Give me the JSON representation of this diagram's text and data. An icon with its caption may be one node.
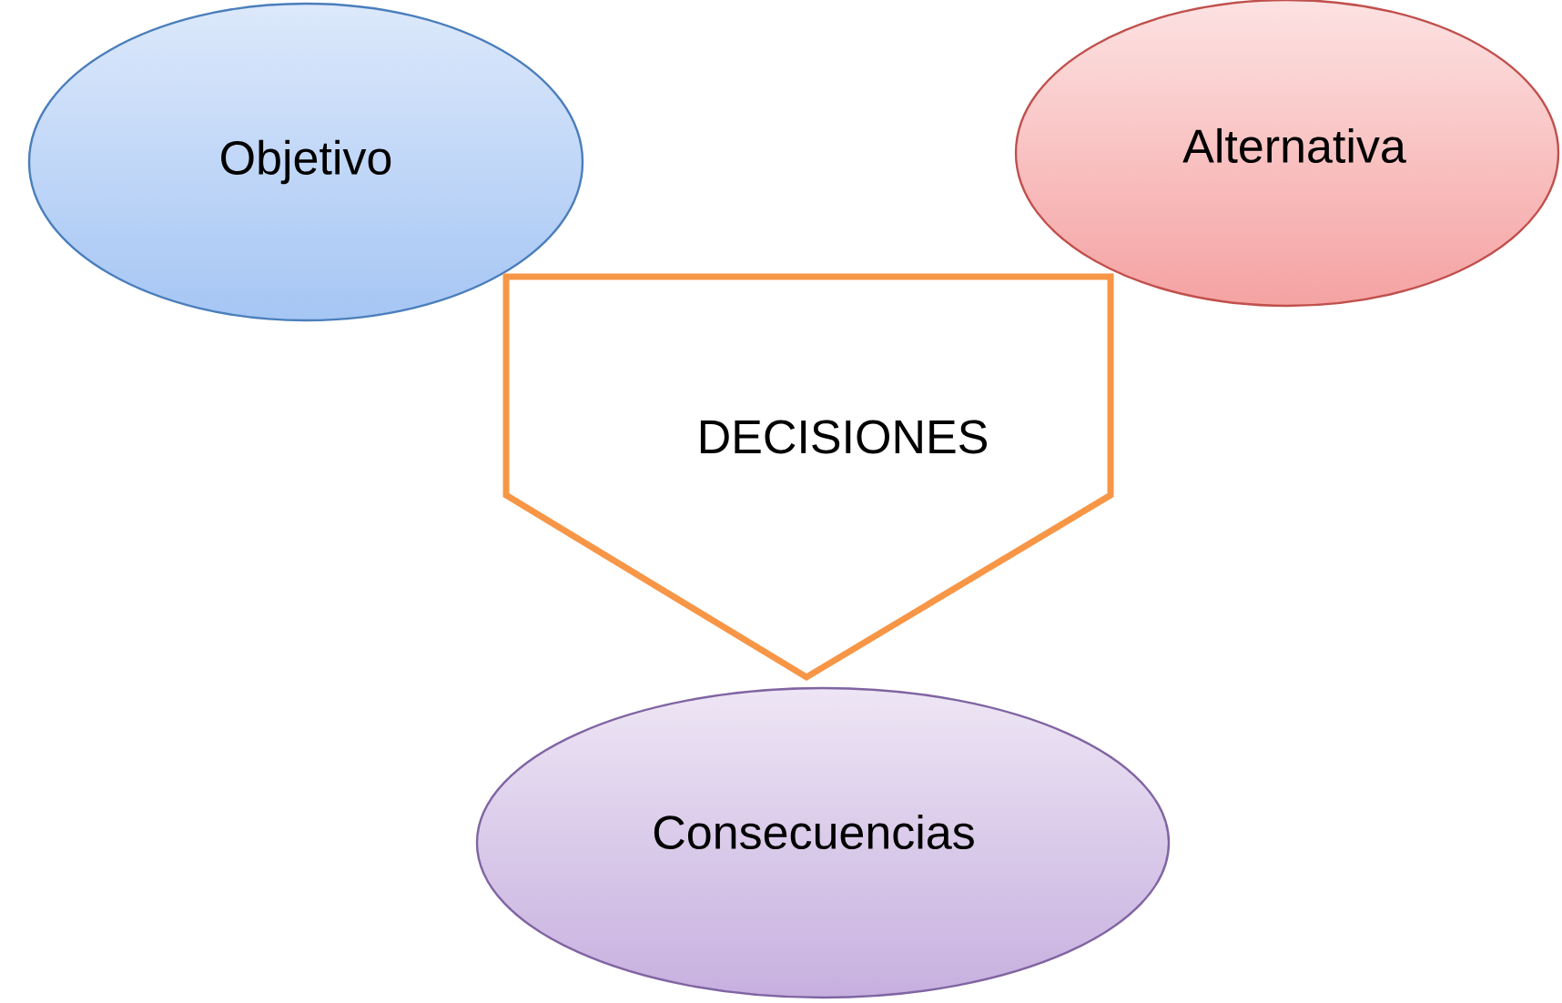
{
  "diagram": {
    "nodes": [
      {
        "text": [
          "Objetivo"
        ]
      },
      {
        "text": [
          "Alternativa"
        ]
      },
      {
        "text": [
          "DECISIONES"
        ]
      },
      {
        "text": [
          "Consecuencias"
        ]
      }
    ]
  }
}
